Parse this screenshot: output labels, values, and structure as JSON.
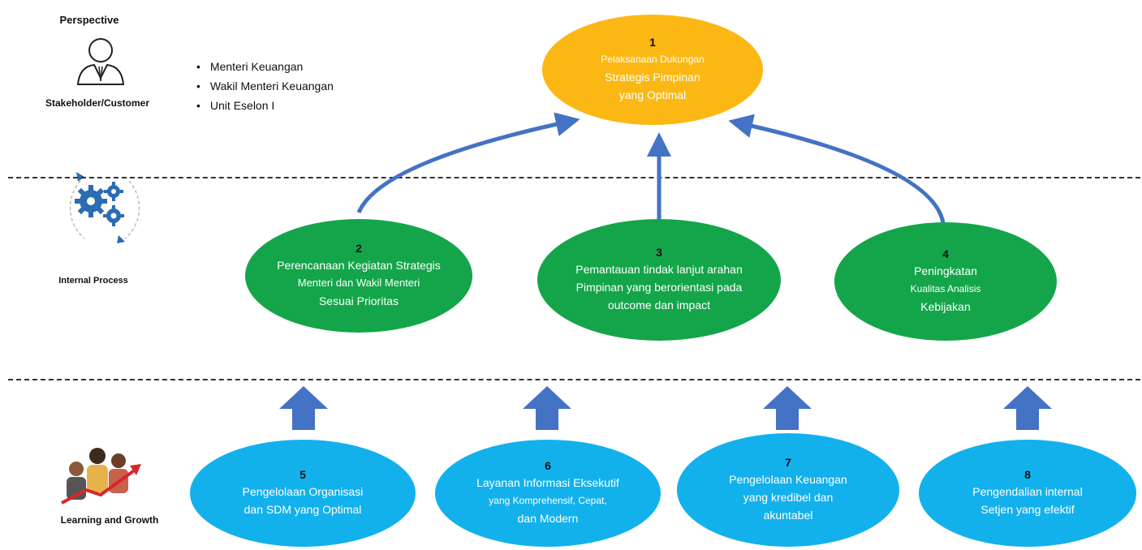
{
  "perspective": {
    "title": "Perspective",
    "stakeholder_label": "Stakeholder/Customer",
    "internal_label": "Internal Process",
    "learning_label": "Learning and Growth"
  },
  "stakeholders": [
    "Menteri Keuangan",
    "Wakil Menteri Keuangan",
    "Unit  Eselon  I"
  ],
  "objectives": {
    "o1": {
      "num": "1",
      "lines": [
        "Pelaksanaan Dukungan",
        "Strategis Pimpinan",
        "yang Optimal"
      ]
    },
    "o2": {
      "num": "2",
      "lines": [
        "Perencanaan Kegiatan Strategis",
        "Menteri dan Wakil Menteri",
        "Sesuai Prioritas"
      ]
    },
    "o3": {
      "num": "3",
      "lines": [
        "Pemantauan tindak lanjut arahan",
        "Pimpinan  yang berorientasi pada",
        "outcome dan impact"
      ]
    },
    "o4": {
      "num": "4",
      "lines": [
        "Peningkatan",
        "Kualitas  Analisis",
        "Kebijakan"
      ]
    },
    "o5": {
      "num": "5",
      "lines": [
        "Pengelolaan  Organisasi",
        "dan SDM yang Optimal"
      ]
    },
    "o6": {
      "num": "6",
      "lines": [
        "Layanan Informasi Eksekutif",
        "yang Komprehensif,  Cepat,",
        "dan Modern"
      ]
    },
    "o7": {
      "num": "7",
      "lines": [
        "Pengelolaan  Keuangan",
        "yang kredibel dan",
        "akuntabel"
      ]
    },
    "o8": {
      "num": "8",
      "lines": [
        "Pengendalian  internal",
        "Setjen yang efektif"
      ]
    }
  },
  "colors": {
    "stakeholder": "#fbb814",
    "internal": "#14a54a",
    "learning": "#13b1ec",
    "arrow": "#4472c4"
  },
  "icons": {
    "stakeholder": "person-icon",
    "internal": "gears-icon",
    "learning": "people-growth-icon"
  }
}
